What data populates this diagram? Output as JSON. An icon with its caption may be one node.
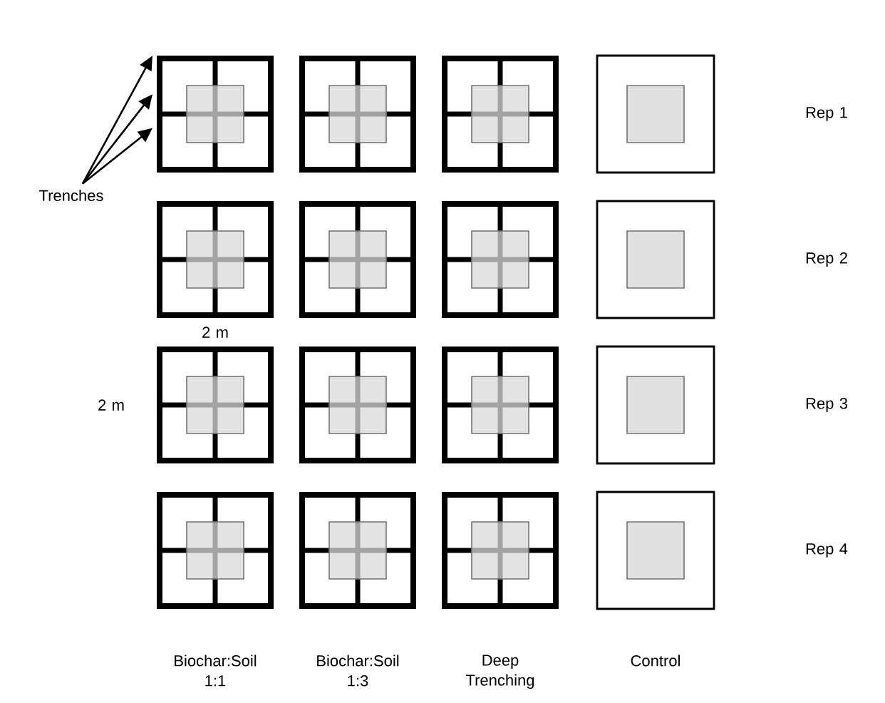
{
  "diagram": {
    "nodes": [
      {
        "text": [
          "Trenches"
        ]
      },
      {
        "text": [],
        "shape": "box"
      },
      {
        "text": [],
        "shape": "box"
      },
      {
        "text": [],
        "shape": "box"
      },
      {
        "text": [],
        "shape": "box"
      },
      {
        "text": [],
        "shape": "box"
      },
      {
        "text": [],
        "shape": "box"
      },
      {
        "text": [],
        "shape": "box"
      },
      {
        "text": [],
        "shape": "box"
      },
      {
        "text": [],
        "shape": "box"
      },
      {
        "text": [],
        "shape": "box"
      },
      {
        "text": [],
        "shape": "box"
      },
      {
        "text": [],
        "shape": "box"
      },
      {
        "text": [],
        "shape": "box"
      },
      {
        "text": [],
        "shape": "box"
      },
      {
        "text": [],
        "shape": "box"
      },
      {
        "text": [],
        "shape": "box"
      }
    ],
    "edges": [
      {
        "from": 0,
        "to": 1,
        "arrow": "to"
      },
      {
        "from": 0,
        "to": 1,
        "arrow": "to"
      },
      {
        "from": 0,
        "to": 1,
        "arrow": "to"
      }
    ],
    "labels": [
      "Rep 1",
      "Rep 2",
      "2 m",
      "2 m",
      "Rep 3",
      "Rep 4",
      "Biochar:Soil 1:1",
      "Biochar:Soil 1:3",
      "Deep Trenching",
      "Control"
    ]
  }
}
